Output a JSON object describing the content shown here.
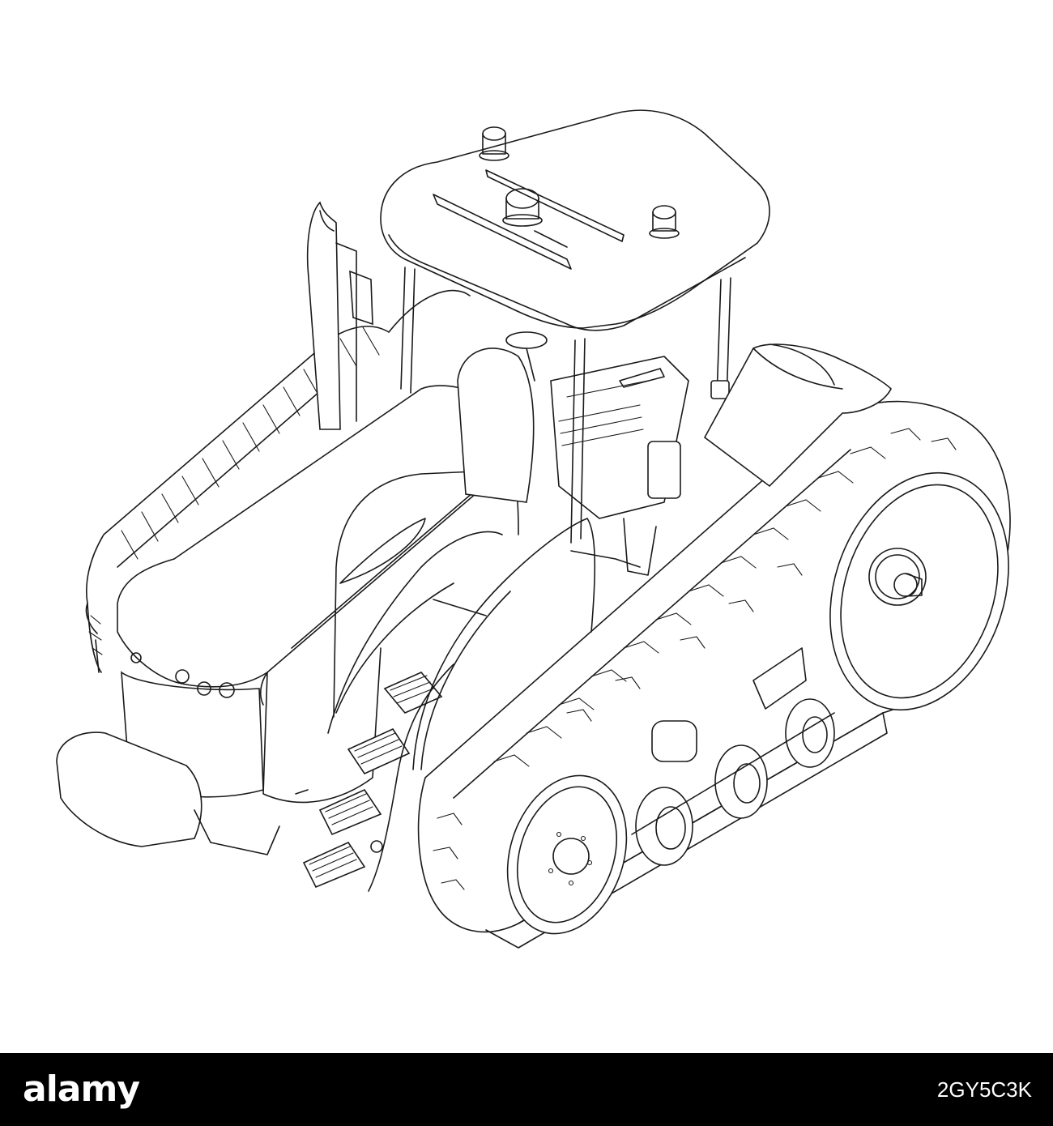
{
  "image": {
    "subject": "tracked-tractor-outline-drawing",
    "background_color": "#ffffff",
    "line_color": "#1a1a1a"
  },
  "footer": {
    "background_color": "#000000",
    "logo_text": "alamy",
    "stock_id": "2GY5C3K"
  }
}
